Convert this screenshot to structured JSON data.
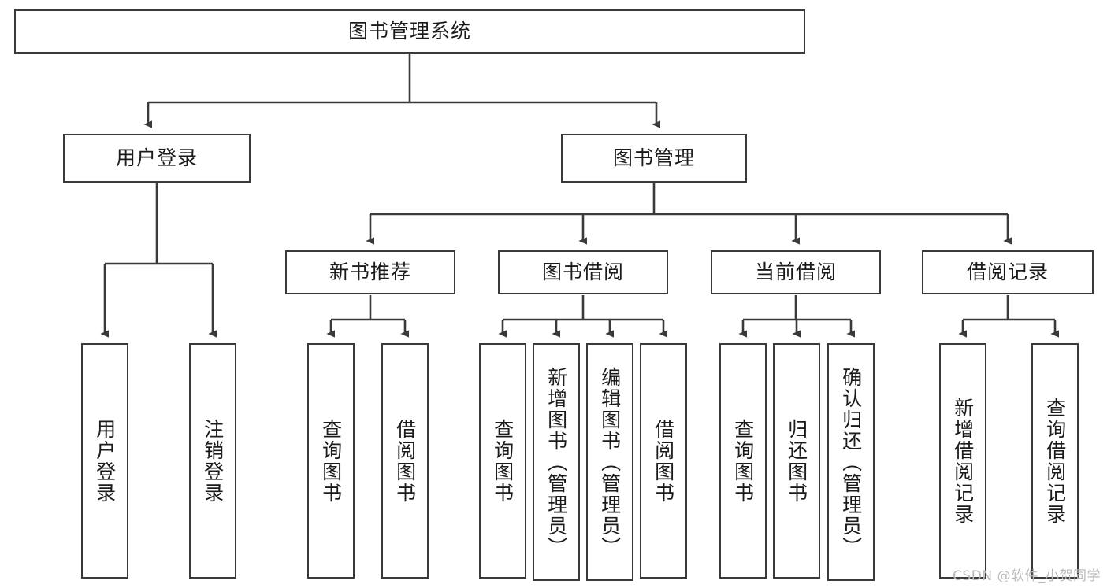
{
  "diagram": {
    "type": "tree",
    "title": "图书管理系统",
    "line_color": "#3a3a3a",
    "box_fill": "#ffffff",
    "text_color": "#1b1b1b",
    "root": {
      "label": "图书管理系统"
    },
    "level2": [
      {
        "label": "用户登录"
      },
      {
        "label": "图书管理"
      }
    ],
    "level3": [
      {
        "label": "新书推荐"
      },
      {
        "label": "图书借阅"
      },
      {
        "label": "当前借阅"
      },
      {
        "label": "借阅记录"
      }
    ],
    "leaves_user_login": [
      {
        "label": "用户登录"
      },
      {
        "label": "注销登录"
      }
    ],
    "leaves_new_book": [
      {
        "label": "查询图书"
      },
      {
        "label": "借阅图书"
      }
    ],
    "leaves_borrow": [
      {
        "label": "查询图书"
      },
      {
        "label": "新增图书（管理员）"
      },
      {
        "label": "编辑图书（管理员）"
      },
      {
        "label": "借阅图书"
      }
    ],
    "leaves_current": [
      {
        "label": "查询图书"
      },
      {
        "label": "归还图书"
      },
      {
        "label": "确认归还（管理员）"
      }
    ],
    "leaves_record": [
      {
        "label": "新增借阅记录"
      },
      {
        "label": "查询借阅记录"
      }
    ]
  },
  "watermark": {
    "text": "CSDN @软件_小贺同学"
  }
}
